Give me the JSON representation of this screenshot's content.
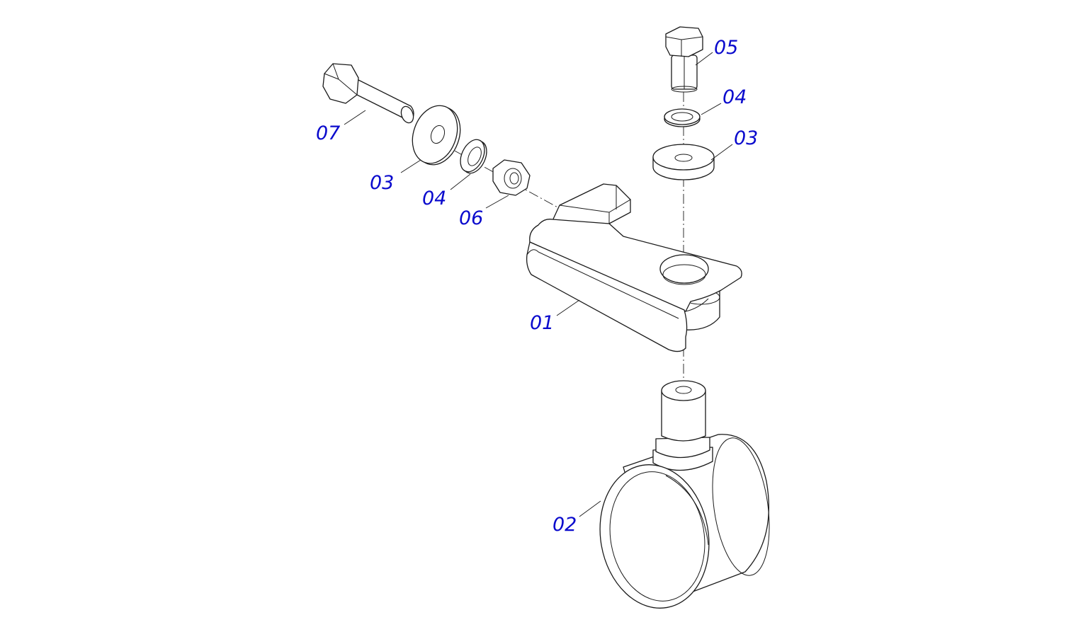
{
  "colors": {
    "callout": "#0a0acd",
    "line": "#1a1a1a",
    "background": "#ffffff"
  },
  "callouts": {
    "c01": "01",
    "c02": "02",
    "c03_left": "03",
    "c03_right": "03",
    "c04_left": "04",
    "c04_right": "04",
    "c05": "05",
    "c06": "06",
    "c07": "07"
  }
}
